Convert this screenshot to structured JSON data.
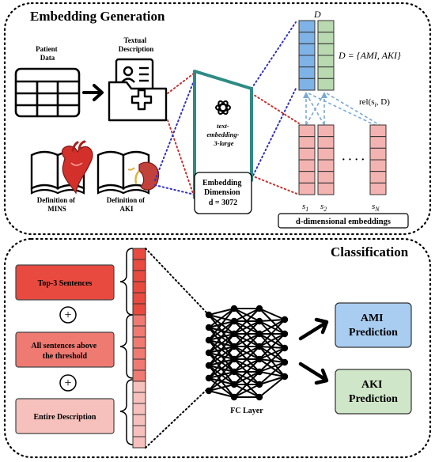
{
  "embedding_panel": {
    "title": "Embedding Generation",
    "patient_data_label": [
      "Patient",
      "Data"
    ],
    "textual_description_label": [
      "Textual",
      "Description"
    ],
    "definition_mins_label": [
      "Definition of",
      "MINS"
    ],
    "definition_aki_label": [
      "Definition of",
      "AKI"
    ],
    "model_name": [
      "text-",
      "embedding-",
      "3-large"
    ],
    "embedding_dimension": [
      "Embedding",
      "Dimension",
      "d = 3072"
    ],
    "d_label": "D",
    "d_set": "D = {AMI, AKI}",
    "rel_label": "rel(s",
    "rel_sub": "i",
    "rel_tail": ", D)",
    "s1_label": "s",
    "s1_sub": "1",
    "s2_label": "s",
    "s2_sub": "2",
    "sn_label": "s",
    "sn_sub": "N",
    "ellipsis": "· · · ·",
    "d_dim_caption": "d-dimensional embeddings"
  },
  "classification_panel": {
    "title": "Classification",
    "top3_label": "Top-3 Sentences",
    "above_threshold_label": [
      "All sentences above",
      "the threshold"
    ],
    "entire_description_label": "Entire Description",
    "plus_symbol": "+",
    "fc_layer_label": "FC Layer",
    "ami_prediction": [
      "AMI",
      "Prediction"
    ],
    "aki_prediction": [
      "AKI",
      "Prediction"
    ]
  },
  "colors": {
    "blue_cell": "#7fb3e8",
    "green_cell": "#b9d9b0",
    "pink_cell": "#f3b3b0",
    "red_box": "#e84a3f",
    "mid_red_box": "#ee7a72",
    "light_red_box": "#f6c1bd",
    "ami_box": "#a9cdf1",
    "aki_box": "#cfe6c8",
    "teal_model": "#2e8b84"
  }
}
